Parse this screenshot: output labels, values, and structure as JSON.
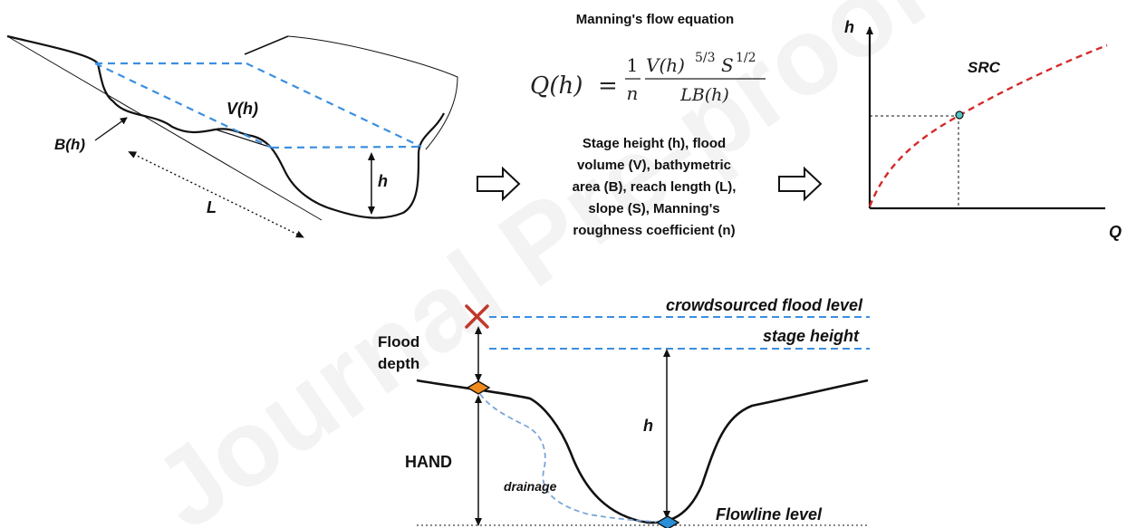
{
  "channel_3d": {
    "volume_label": "V(h)",
    "bathymetric_label": "B(h)",
    "height_label": "h",
    "length_label": "L"
  },
  "equation": {
    "title": "Manning's flow equation",
    "lhs": "Q(h)",
    "equals": "=",
    "frac_one_num": "1",
    "frac_one_den": "n",
    "num_V": "V(h)",
    "num_V_exp": "5/3",
    "num_S": "S",
    "num_S_exp": "1/2",
    "den": "LB(h)",
    "description_lines": [
      "Stage height (h), flood",
      "volume (V), bathymetric",
      "area (B), reach length (L),",
      "slope (S), Manning's",
      "roughness coefficient (n)"
    ]
  },
  "src_plot": {
    "y_axis_label": "h",
    "x_axis_label": "Q",
    "curve_label": "SRC",
    "curve_color": "#d42a2a",
    "point_color": "#55c4c4"
  },
  "cross_section": {
    "crowd_label": "crowdsourced flood level",
    "stage_label": "stage height",
    "flood_depth_line1": "Flood",
    "flood_depth_line2": "depth",
    "hand_label": "HAND",
    "h_label": "h",
    "drainage_label": "drainage",
    "flowline_label": "Flowline level",
    "flood_line_color": "#3b8fe0",
    "cross_color": "#c0392b",
    "orange_marker_color": "#f08a1c",
    "blue_marker_color": "#2a8fd6"
  },
  "watermark": "Journal Pre-proof"
}
